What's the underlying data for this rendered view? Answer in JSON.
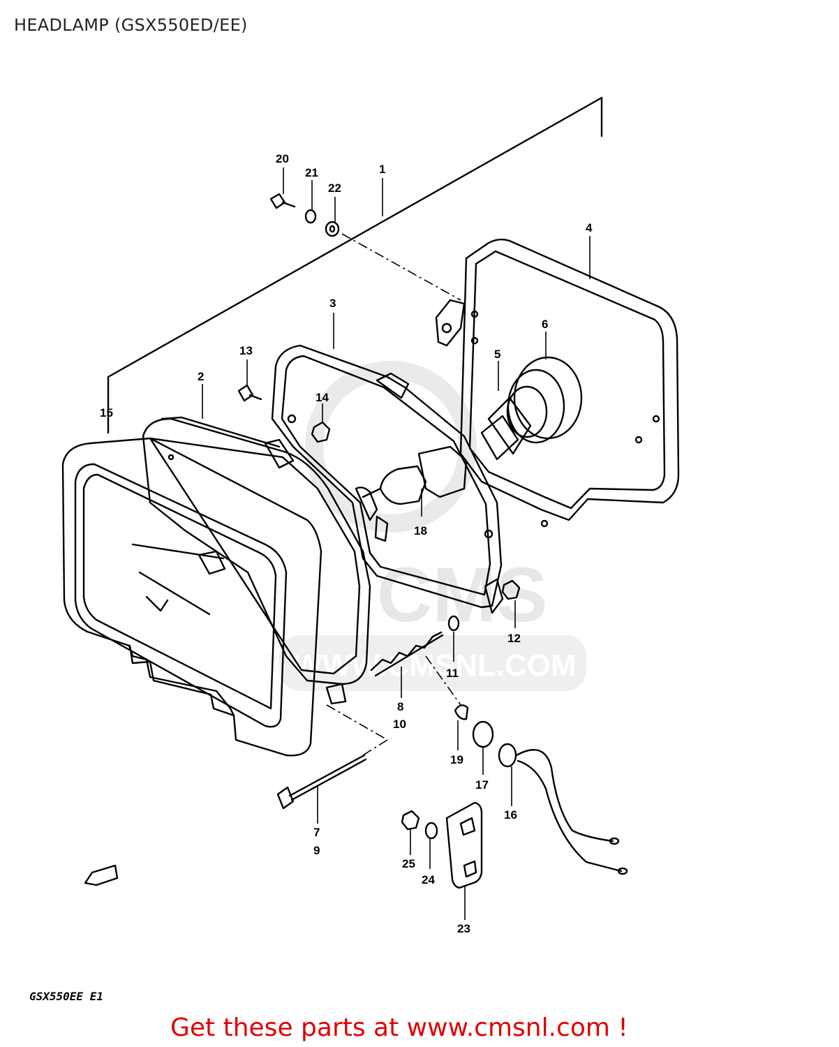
{
  "page": {
    "title": "HEADLAMP (GSX550ED/EE)",
    "model_code": "GSX550EE E1",
    "cta_text": "Get these parts at www.cmsnl.com !",
    "watermark_text": "WWW.CMSNL.COM",
    "watermark_logo": "CMS"
  },
  "colors": {
    "line": "#000000",
    "cta": "#e00000",
    "watermark": "#d9d9d9"
  },
  "callouts": [
    "20",
    "21",
    "22",
    "1",
    "4",
    "3",
    "6",
    "13",
    "5",
    "2",
    "14",
    "15",
    "18",
    "12",
    "11",
    "8",
    "10",
    "19",
    "17",
    "7",
    "9",
    "16",
    "25",
    "24",
    "23"
  ]
}
